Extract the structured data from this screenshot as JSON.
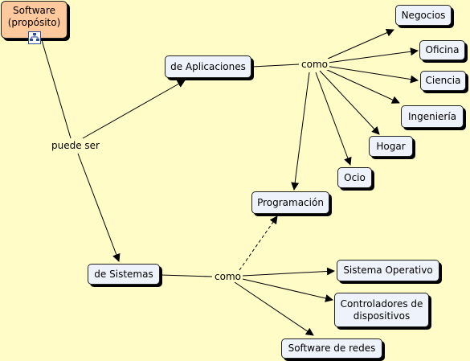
{
  "root": {
    "text": "Software\n(propósito)"
  },
  "nodes": {
    "aplicaciones": "de Aplicaciones",
    "sistemas": "de Sistemas",
    "negocios": "Negocios",
    "oficina": "Oficina",
    "ciencia": "Ciencia",
    "ingenieria": "Ingeniería",
    "hogar": "Hogar",
    "ocio": "Ocio",
    "programacion": "Programación",
    "sistema_operativo": "Sistema Operativo",
    "controladores": "Controladores de\ndispositivos",
    "redes": "Software de redes"
  },
  "links": {
    "puede_ser": "puede ser",
    "como_apps": "como",
    "como_sist": "como"
  },
  "icons": {
    "root_submap": "hierarchy-icon"
  }
}
